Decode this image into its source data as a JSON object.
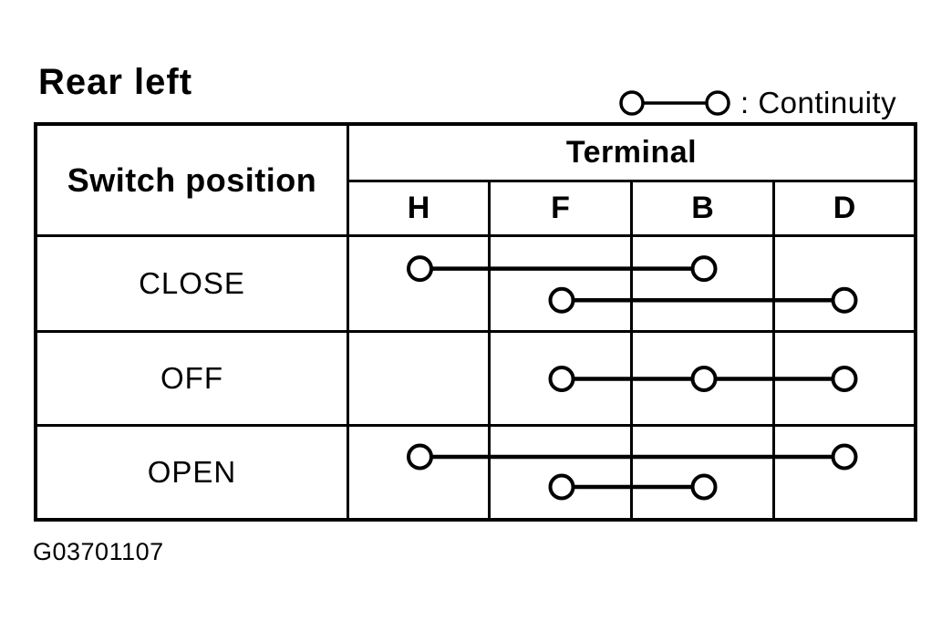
{
  "page": {
    "background": "#ffffff",
    "ink": "#000000"
  },
  "title": "Rear left",
  "legend": {
    "symbol": "continuity-link",
    "label": ": Continuity"
  },
  "table": {
    "corner_header": "Switch position",
    "group_header": "Terminal",
    "terminals": [
      "H",
      "F",
      "B",
      "D"
    ],
    "rows": [
      {
        "position": "CLOSE",
        "continuity": [
          {
            "between": [
              "H",
              "B"
            ],
            "level": "upper"
          },
          {
            "between": [
              "F",
              "D"
            ],
            "level": "lower"
          }
        ]
      },
      {
        "position": "OFF",
        "continuity": [
          {
            "between": [
              "F",
              "B",
              "D"
            ],
            "level": "middle"
          }
        ]
      },
      {
        "position": "OPEN",
        "continuity": [
          {
            "between": [
              "H",
              "D"
            ],
            "level": "upper"
          },
          {
            "between": [
              "F",
              "B"
            ],
            "level": "lower"
          }
        ]
      }
    ]
  },
  "footer": {
    "figure_id": "G03701107"
  }
}
